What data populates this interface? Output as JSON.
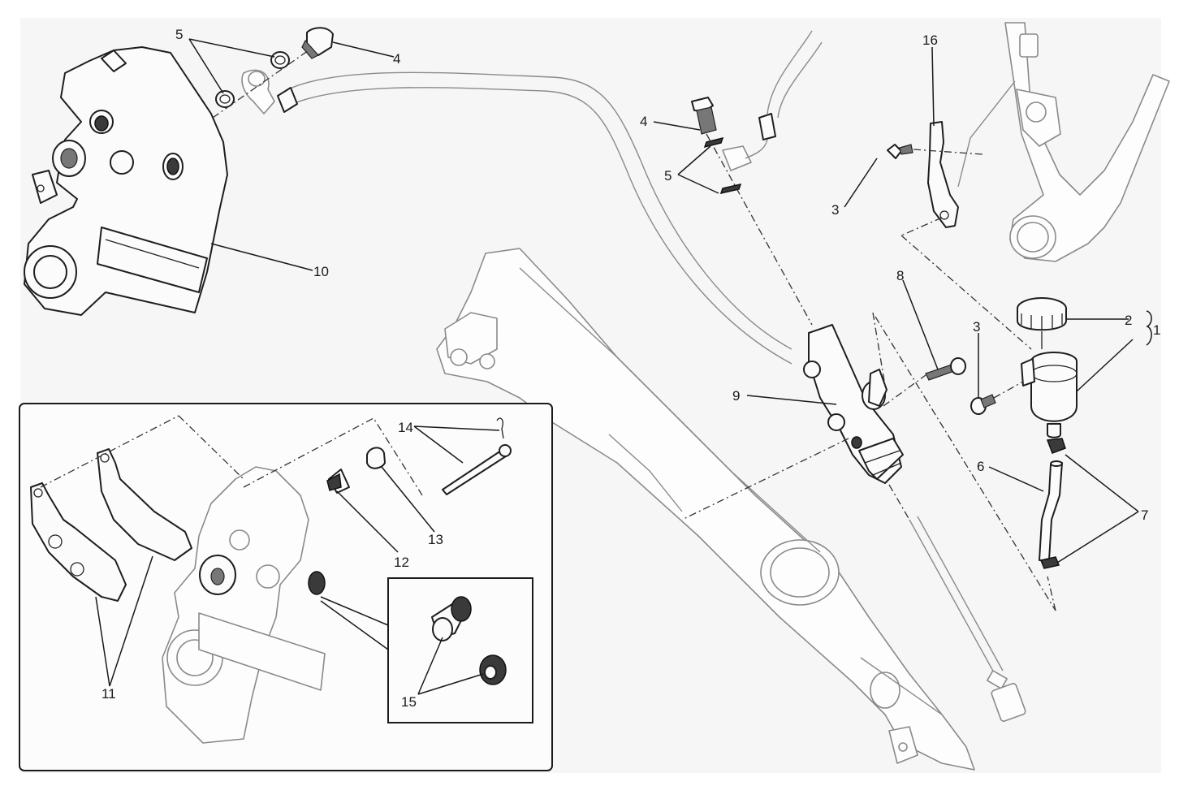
{
  "diagram": {
    "title": "Rear brake system exploded parts diagram",
    "callouts": [
      {
        "id": "c1",
        "label": "1",
        "part": "brake-fluid-reservoir-assembly"
      },
      {
        "id": "c2",
        "label": "2",
        "part": "reservoir-cap"
      },
      {
        "id": "c3a",
        "label": "3",
        "part": "bracket-screw"
      },
      {
        "id": "c3b",
        "label": "3",
        "part": "reservoir-screw"
      },
      {
        "id": "c4a",
        "label": "4",
        "part": "banjo-bolt-caliper"
      },
      {
        "id": "c4b",
        "label": "4",
        "part": "banjo-bolt-master-cylinder"
      },
      {
        "id": "c5a",
        "label": "5",
        "part": "sealing-washers-caliper"
      },
      {
        "id": "c5b",
        "label": "5",
        "part": "sealing-washers-master-cylinder"
      },
      {
        "id": "c6",
        "label": "6",
        "part": "reservoir-hose"
      },
      {
        "id": "c7",
        "label": "7",
        "part": "hose-clamps"
      },
      {
        "id": "c8",
        "label": "8",
        "part": "master-cylinder-bolt"
      },
      {
        "id": "c9",
        "label": "9",
        "part": "rear-master-cylinder"
      },
      {
        "id": "c10",
        "label": "10",
        "part": "rear-brake-caliper"
      },
      {
        "id": "c11",
        "label": "11",
        "part": "brake-pads"
      },
      {
        "id": "c12",
        "label": "12",
        "part": "bleed-valve"
      },
      {
        "id": "c13",
        "label": "13",
        "part": "bleed-valve-cap"
      },
      {
        "id": "c14",
        "label": "14",
        "part": "pad-pin-and-clip"
      },
      {
        "id": "c15",
        "label": "15",
        "part": "piston-and-seal-kit"
      },
      {
        "id": "c16",
        "label": "16",
        "part": "reservoir-bracket"
      }
    ]
  }
}
